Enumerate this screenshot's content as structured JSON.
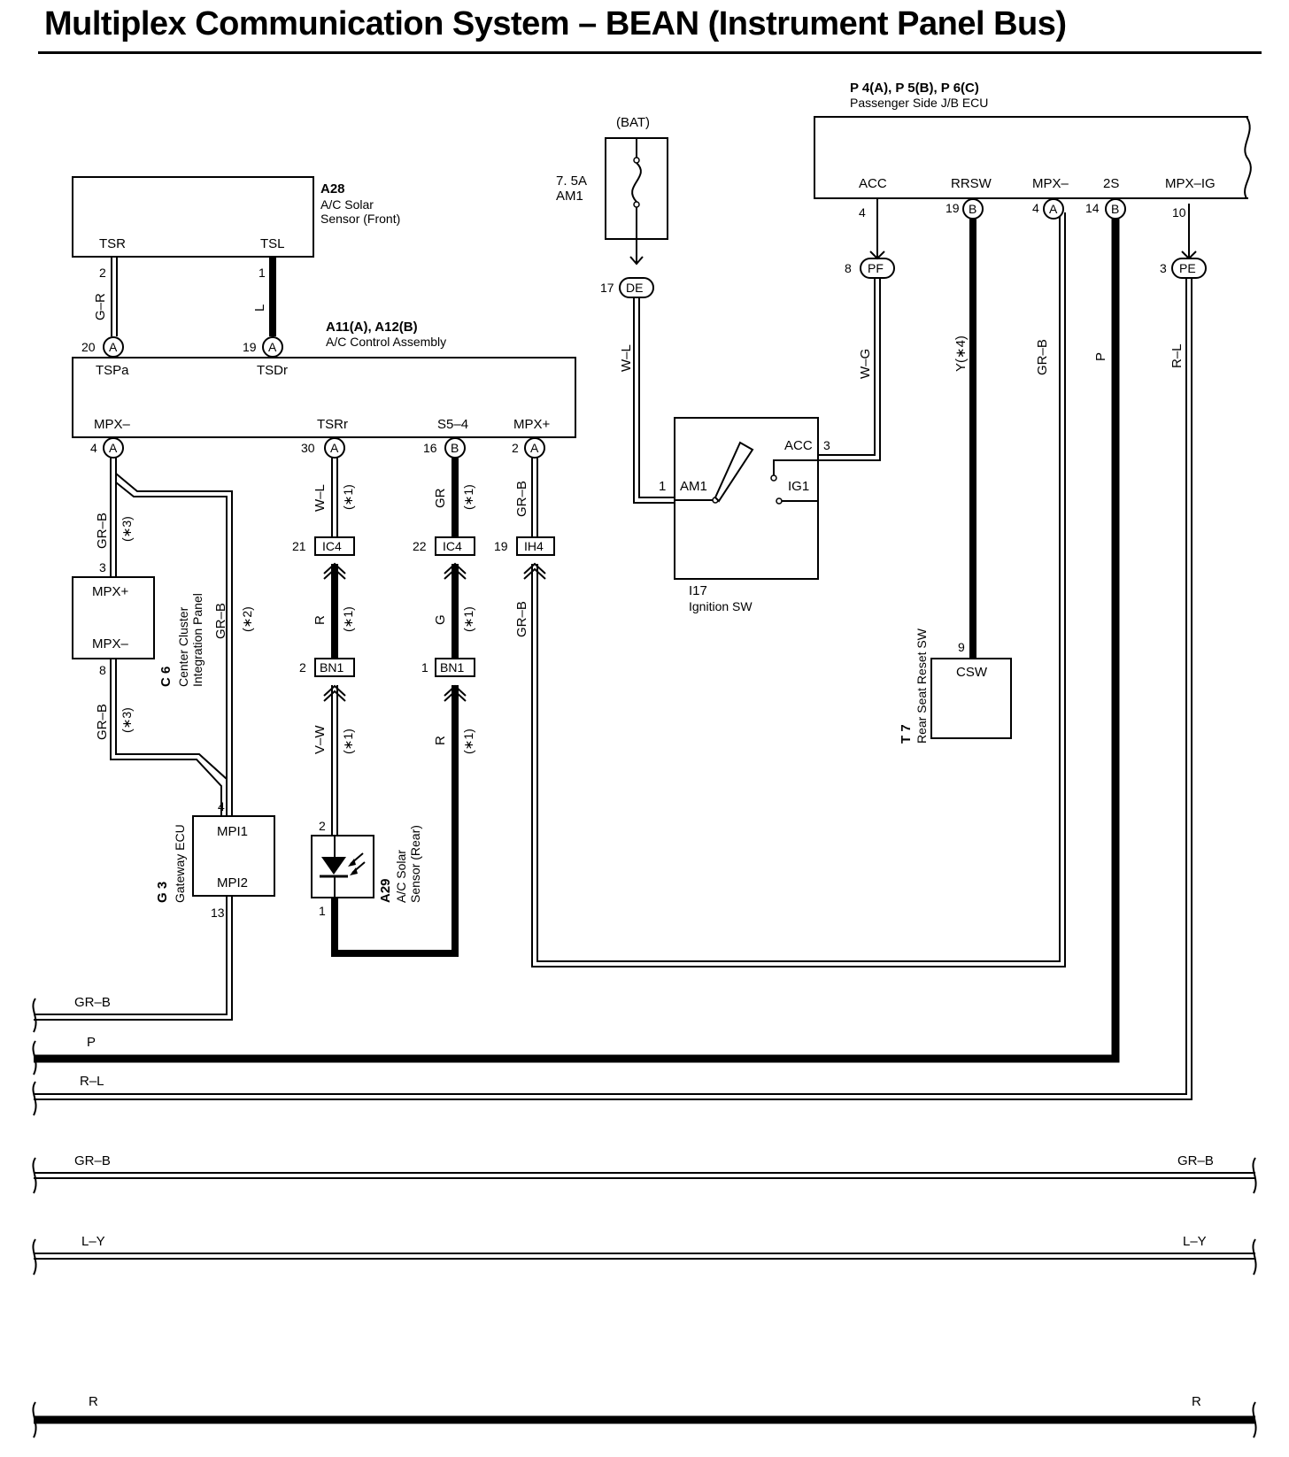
{
  "title": "Multiplex Communication System – BEAN (Instrument Panel Bus)",
  "components": {
    "a28": {
      "id": "A28",
      "name1": "A/C Solar",
      "name2": "Sensor (Front)",
      "pin_tsr": "TSR",
      "pin_tsl": "TSL",
      "tsr_num": "2",
      "tsl_num": "1"
    },
    "a11": {
      "id": "A11(A), A12(B)",
      "name": "A/C Control Assembly",
      "pin_tspa": "TSPa",
      "pin_tsdr": "TSDr",
      "pin_mpxm": "MPX–",
      "pin_tsrr": "TSRr",
      "pin_s54": "S5–4",
      "pin_mpxp": "MPX+",
      "c_tspa": "20",
      "c_tsdr": "19",
      "c_mpxm": "4",
      "c_tsrr": "30",
      "c_s54": "16",
      "c_mpxp": "2",
      "conn_a": "A",
      "conn_b": "B"
    },
    "c6": {
      "id": "C 6",
      "name1": "Center Cluster",
      "name2": "Integration Panel",
      "pin_mpxp": "MPX+",
      "pin_mpxm": "MPX–",
      "n_top": "3",
      "n_bot": "8"
    },
    "g3": {
      "id": "G 3",
      "name": "Gateway ECU",
      "pin1": "MPI1",
      "pin2": "MPI2",
      "n_top": "4",
      "n_bot": "13"
    },
    "a29": {
      "id": "A29",
      "name1": "A/C Solar",
      "name2": "Sensor (Rear)",
      "n_top": "2",
      "n_bot": "1"
    },
    "i17": {
      "id": "I17",
      "name": "Ignition SW",
      "pin_am1": "AM1",
      "pin_acc": "ACC",
      "pin_ig1": "IG1",
      "n_am1": "1",
      "n_acc": "3"
    },
    "t7": {
      "id": "T 7",
      "name": "Rear Seat Reset SW",
      "pin": "CSW",
      "n": "9"
    },
    "p4": {
      "id": "P 4(A), P 5(B), P 6(C)",
      "name": "Passenger Side J/B ECU",
      "pin_acc": "ACC",
      "pin_rrsw": "RRSW",
      "pin_mpxm": "MPX–",
      "pin_2s": "2S",
      "pin_mpxig": "MPX–IG",
      "n_acc": "4",
      "n_rrsw": "19",
      "n_mpxm": "4",
      "n_2s": "14",
      "n_mpxig": "10",
      "c_rrsw": "B",
      "c_mpxm": "A",
      "c_2s": "B"
    },
    "fuse": {
      "source": "(BAT)",
      "rating": "7. 5A",
      "name": "AM1"
    }
  },
  "junctions": {
    "de": {
      "name": "DE",
      "pin": "17"
    },
    "pf": {
      "name": "PF",
      "pin": "8"
    },
    "pe": {
      "name": "PE",
      "pin": "3"
    },
    "ic4_21": {
      "name": "IC4",
      "pin": "21"
    },
    "ic4_22": {
      "name": "IC4",
      "pin": "22"
    },
    "ih4": {
      "name": "IH4",
      "pin": "19"
    },
    "bn1_2": {
      "name": "BN1",
      "pin": "2"
    },
    "bn1_1": {
      "name": "BN1",
      "pin": "1"
    }
  },
  "wires": {
    "gr_r": "G–R",
    "l": "L",
    "gr_b": "GR–B",
    "w_l": "W–L",
    "gr": "GR",
    "r": "R",
    "g": "G",
    "v_w": "V–W",
    "w_g": "W–G",
    "y4": "Y(∗4)",
    "p": "P",
    "r_l": "R–L",
    "l_y": "L–Y",
    "n1": "(∗1)",
    "n2": "(∗2)",
    "n3": "(∗3)"
  },
  "buses": {
    "grb1": "GR–B",
    "p": "P",
    "rl": "R–L",
    "grb2": "GR–B",
    "ly": "L–Y",
    "r": "R"
  }
}
